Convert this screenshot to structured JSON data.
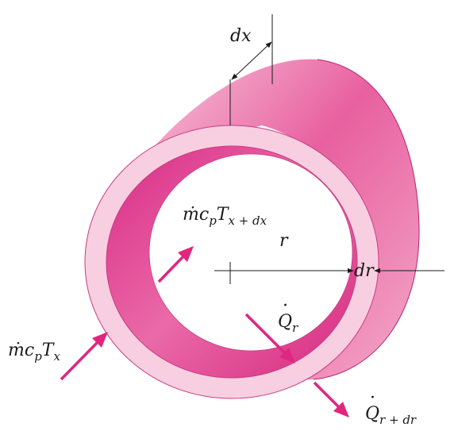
{
  "labels": {
    "dx": "dx",
    "r": "r",
    "dr": "dr",
    "m_inner": "ṁc",
    "p_inner": "p",
    "T_inner": "T",
    "sub_inner": "x + dx",
    "m_outer": "ṁc",
    "p_outer": "p",
    "T_outer": "T",
    "sub_outer": "x",
    "Q": "Q",
    "Q_dot": "·",
    "sub_Qr": "r",
    "Q2": "Q",
    "Q2_dot": "·",
    "sub_Qrdr": "r + dr"
  },
  "colors": {
    "shell_light": "#f8cfe0",
    "shell_mid": "#ee8fb8",
    "shell_dark": "#d9338a",
    "arrow": "#e0267f",
    "line": "#1a1a1a"
  }
}
